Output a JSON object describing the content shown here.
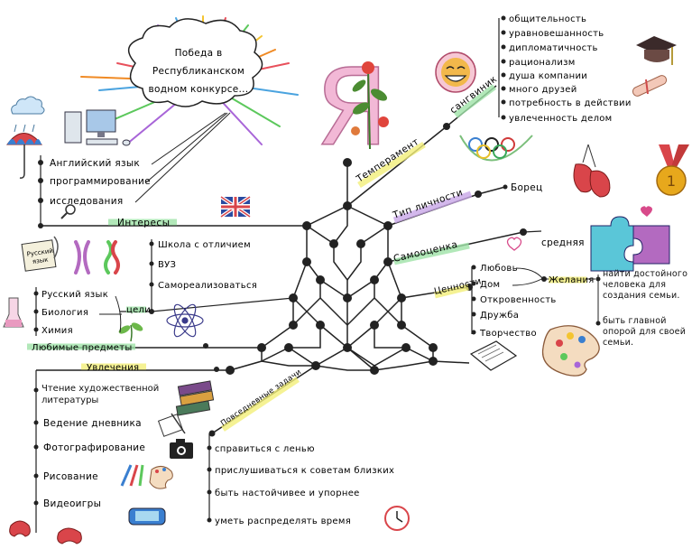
{
  "center": {
    "letter": "Я"
  },
  "cloud": {
    "lines": [
      "Победа в",
      "Республиканском",
      "водном конкурсе..."
    ]
  },
  "temperament": {
    "label": "Темперамент",
    "type_label": "сангвиник",
    "traits": [
      "общительность",
      "уравновешанность",
      "дипломатичность",
      "рационализм",
      "душа компании",
      "много друзей",
      "потребность в действии",
      "увлеченность делом"
    ]
  },
  "personality": {
    "label": "Тип личности",
    "value": "Борец"
  },
  "self_esteem": {
    "label": "Самооценка",
    "value": "средняя"
  },
  "values": {
    "label": "Ценности",
    "items": [
      "Любовь",
      "Дом",
      "Откровенность",
      "Дружба",
      "Творчество"
    ],
    "wishes_label": "Желания",
    "wishes": [
      "найти достойного человека для создания семьи.",
      "быть главной опорой для своей семьи."
    ]
  },
  "interests": {
    "label": "Интересы",
    "items": [
      "Английский язык",
      "программирование",
      "исследования"
    ]
  },
  "goals": {
    "label": "цели",
    "items": [
      "Школа с отличием",
      "ВУЗ",
      "Самореализоваться"
    ]
  },
  "subjects": {
    "label": "Любимые предметы",
    "items": [
      "Русский язык",
      "Биология",
      "Химия"
    ],
    "book_text": [
      "Русский",
      "язык"
    ]
  },
  "hobbies": {
    "label": "Увлечения",
    "items": [
      "Чтение художественной литературы",
      "Ведение дневника",
      "Фотографирование",
      "Рисование",
      "Видеоигры"
    ]
  },
  "tasks": {
    "label": "Повседневные задачи",
    "items": [
      "справиться с ленью",
      "прислушиваться к советам близких",
      "быть настойчивее и упорнее",
      "уметь распределять время"
    ]
  },
  "medal": {
    "number": "1"
  },
  "colors": {
    "ink": "#111111",
    "letter": "#f2b8d6",
    "highlight_yellow": "#f3ef7a",
    "highlight_green": "#9fe3a8",
    "highlight_purple": "#c9a7e8",
    "medal": "#e7a81c",
    "glove": "#d9454a"
  },
  "icons": [
    "umbrella-icon",
    "computer-icon",
    "uk-flag-icon",
    "chromosome-icon",
    "atom-icon",
    "flask-icon",
    "seedling-icon",
    "laughing-face-icon",
    "graduation-cap-icon",
    "diploma-icon",
    "olympic-rings-icon",
    "boxing-gloves-icon",
    "medal-icon",
    "puzzle-icon",
    "heart-icon",
    "palette-icon",
    "notebook-icon",
    "books-icon",
    "camera-icon",
    "brushes-icon",
    "gamepad-icon",
    "clock-icon",
    "fireworks-icon",
    "flower-icon"
  ]
}
